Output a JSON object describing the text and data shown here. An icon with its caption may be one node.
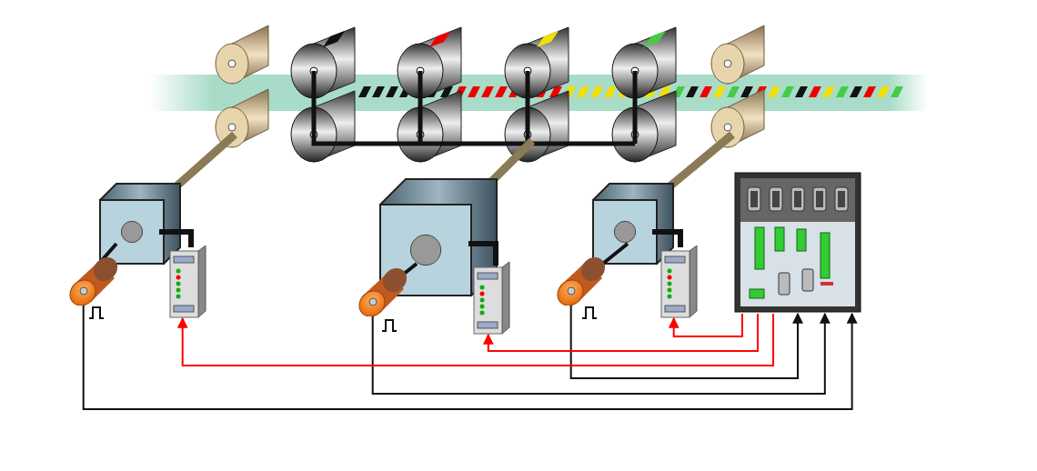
{
  "diagram": {
    "nodes": [
      {
        "text": [],
        "shape": "picture"
      },
      {
        "text": [],
        "shape": "picture"
      },
      {
        "text": [],
        "shape": "picture"
      },
      {
        "text": [],
        "shape": "picture"
      },
      {
        "text": [],
        "shape": "picture"
      },
      {
        "text": [],
        "shape": "picture"
      },
      {
        "text": [],
        "shape": "picture"
      }
    ],
    "edges": [
      {
        "from": 0,
        "to": 6,
        "arrow": "to"
      },
      {
        "from": 1,
        "to": 6,
        "arrow": "to"
      },
      {
        "from": 2,
        "to": 6,
        "arrow": "to"
      },
      {
        "from": 6,
        "to": 3,
        "arrow": "to",
        "color": "#ff0000"
      },
      {
        "from": 6,
        "to": 4,
        "arrow": "to",
        "color": "#ff0000"
      },
      {
        "from": 6,
        "to": 5,
        "arrow": "to",
        "color": "#ff0000"
      }
    ]
  }
}
